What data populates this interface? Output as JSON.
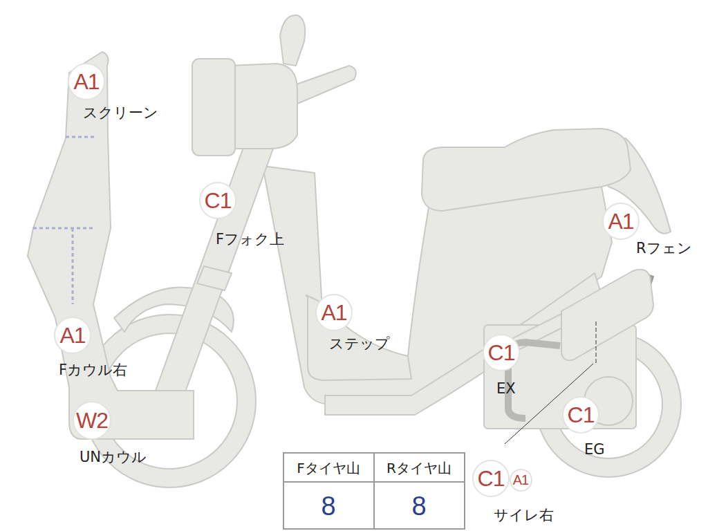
{
  "diagram": {
    "nodes": [
      {
        "text": [
          "A1",
          "スクリーン"
        ]
      },
      {
        "text": [
          "C1",
          "Fフォク上"
        ]
      },
      {
        "text": [
          "A1",
          "Rフェン"
        ]
      },
      {
        "text": [
          "A1",
          "ステップ"
        ]
      },
      {
        "text": [
          "A1",
          "Fカウル右"
        ]
      },
      {
        "text": [
          "C1",
          "EX"
        ]
      },
      {
        "text": [
          "C1",
          "EG"
        ]
      },
      {
        "text": [
          "W2",
          "UNカウル"
        ]
      },
      {
        "text": [
          "C1",
          "サイレ右"
        ]
      },
      {
        "text": [
          "A1"
        ]
      }
    ],
    "labels": [
      "Fタイヤ山",
      "Rタイヤ山",
      "8",
      "8"
    ]
  }
}
